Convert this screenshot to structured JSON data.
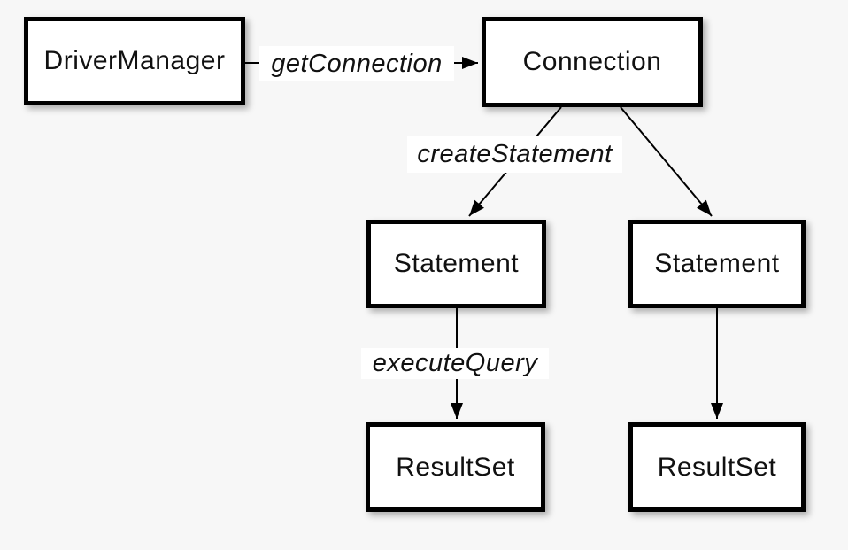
{
  "diagram": {
    "nodes": {
      "driver_manager": {
        "label": "DriverManager"
      },
      "connection": {
        "label": "Connection"
      },
      "statement_left": {
        "label": "Statement"
      },
      "statement_right": {
        "label": "Statement"
      },
      "resultset_left": {
        "label": "ResultSet"
      },
      "resultset_right": {
        "label": "ResultSet"
      }
    },
    "edges": {
      "get_connection": {
        "label": "getConnection"
      },
      "create_statement": {
        "label": "createStatement"
      },
      "execute_query": {
        "label": "executeQuery"
      }
    },
    "colors": {
      "background": "#f7f7f7",
      "box_fill": "#ffffff",
      "box_border": "#000000",
      "line": "#000000",
      "text": "#111111"
    }
  }
}
